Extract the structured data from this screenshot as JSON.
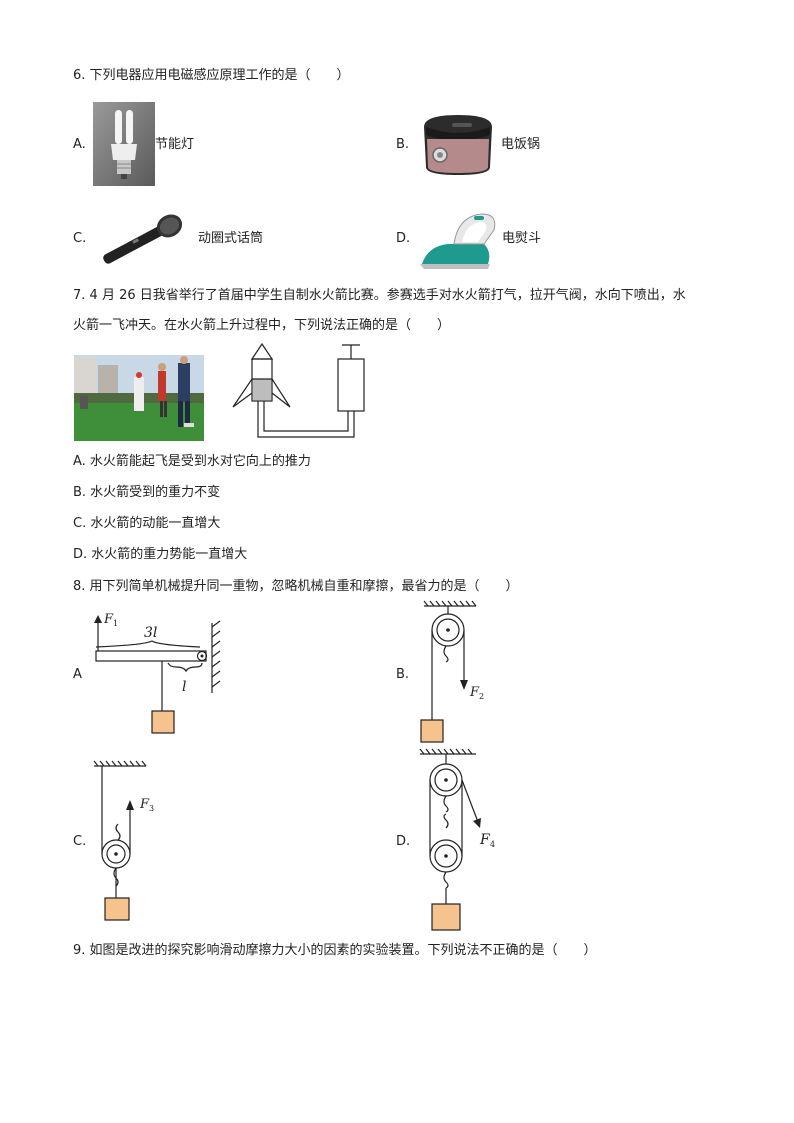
{
  "q6": {
    "stem": "6. 下列电器应用电磁感应原理工作的是（　　）",
    "options": [
      {
        "letter": "A.",
        "text": "节能灯"
      },
      {
        "letter": "B.",
        "text": "电饭锅"
      },
      {
        "letter": "C.",
        "text": "动圈式话筒"
      },
      {
        "letter": "D.",
        "text": "电熨斗"
      }
    ]
  },
  "q7": {
    "stem_line1": "7. 4 月 26 日我省举行了首届中学生自制水火箭比赛。参赛选手对水火箭打气，拉开气阀，水向下喷出，水",
    "stem_line2": "火箭一飞冲天。在水火箭上升过程中，下列说法正确的是（　　）",
    "options": [
      {
        "text": "A.  水火箭能起飞是受到水对它向上的推力"
      },
      {
        "text": "B.  水火箭受到的重力不变"
      },
      {
        "text": "C.  水火箭的动能一直增大"
      },
      {
        "text": "D.  水火箭的重力势能一直增大"
      }
    ]
  },
  "q8": {
    "stem": "8. 用下列简单机械提升同一重物，忽略机械自重和摩擦，最省力的是（　　）",
    "options": [
      {
        "letter": "A"
      },
      {
        "letter": "B."
      },
      {
        "letter": "C."
      },
      {
        "letter": "D."
      }
    ],
    "labels": {
      "f1": "F",
      "f1_sub": "1",
      "f2": "F",
      "f2_sub": "2",
      "f3": "F",
      "f3_sub": "3",
      "f4": "F",
      "f4_sub": "4",
      "len_long": "3l",
      "len_short": "l"
    }
  },
  "q9": {
    "stem": "9. 如图是改进的探究影响滑动摩擦力大小的因素的实验装置。下列说法不正确的是（　　）"
  },
  "colors": {
    "block": "#f6c28e",
    "iron_teal": "#1f9a8f",
    "cooker": "#b58a8a",
    "grass": "#3f8f3a",
    "sky": "#c9d8e6"
  }
}
